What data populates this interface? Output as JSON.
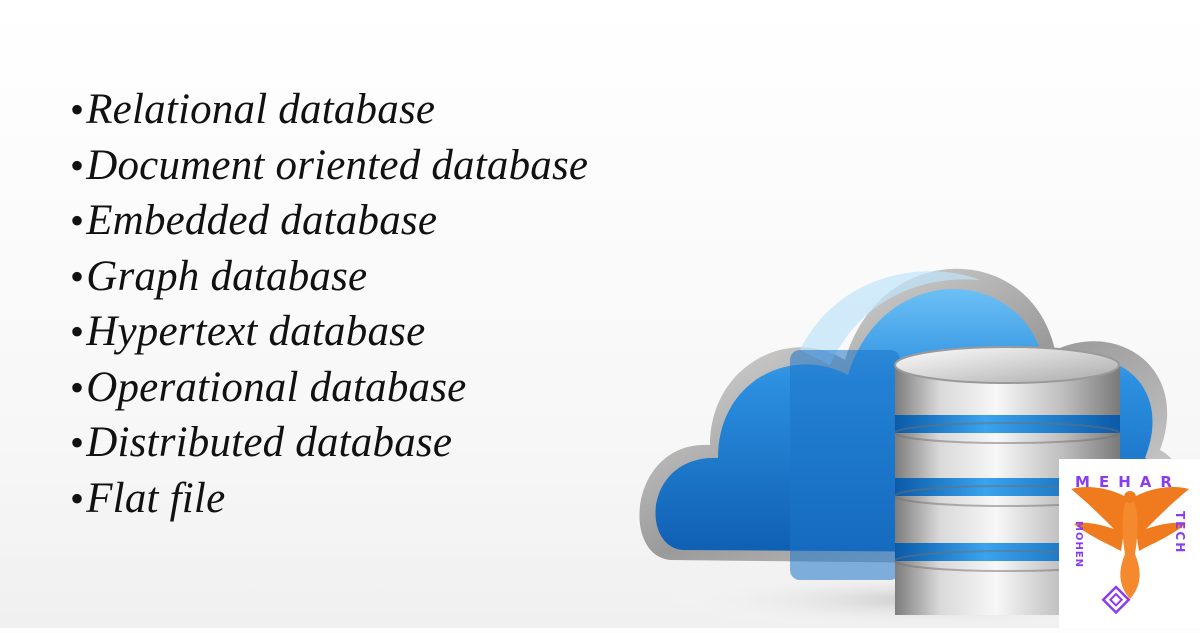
{
  "slide": {
    "bullet_symbol": "•",
    "items": [
      "Relational database",
      "Document oriented database",
      "Embedded database",
      "Graph database",
      "Hypertext database",
      "Operational database",
      "Distributed database",
      "Flat file"
    ]
  },
  "illustration": {
    "icon": "cloud-database-icon",
    "colors": {
      "cloud_blue": "#1f7fd6",
      "cloud_light": "#5fb3f0",
      "metal": "#c8c8c8",
      "metal_dark": "#8e8e8e"
    }
  },
  "logo": {
    "icon": "phoenix-logo-icon",
    "text_top": "MEHAR",
    "text_left": "MOHEN",
    "text_right": "TECH",
    "colors": {
      "bird": "#f07a1e",
      "text": "#8a3cf0"
    }
  }
}
